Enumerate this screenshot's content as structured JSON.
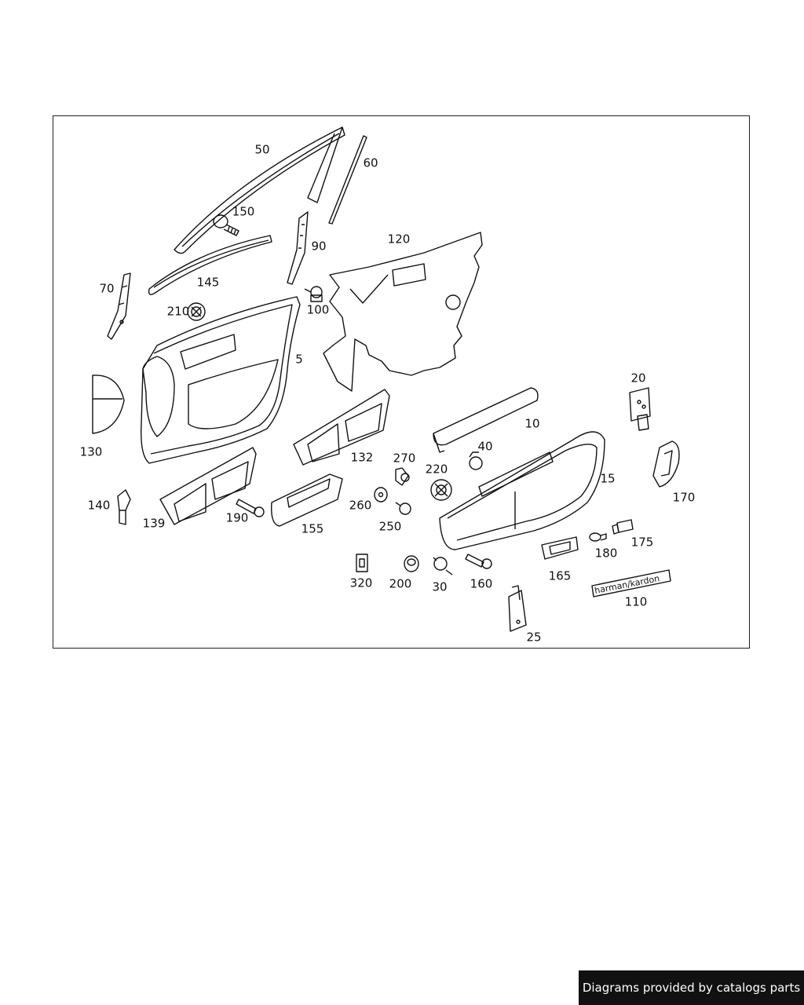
{
  "diagram": {
    "callouts": [
      {
        "id": "50",
        "text": "50"
      },
      {
        "id": "60",
        "text": "60"
      },
      {
        "id": "150",
        "text": "150"
      },
      {
        "id": "90",
        "text": "90"
      },
      {
        "id": "120",
        "text": "120"
      },
      {
        "id": "145",
        "text": "145"
      },
      {
        "id": "70",
        "text": "70"
      },
      {
        "id": "100",
        "text": "100"
      },
      {
        "id": "210",
        "text": "210"
      },
      {
        "id": "5",
        "text": "5"
      },
      {
        "id": "20",
        "text": "20"
      },
      {
        "id": "10",
        "text": "10"
      },
      {
        "id": "130",
        "text": "130"
      },
      {
        "id": "132",
        "text": "132"
      },
      {
        "id": "270",
        "text": "270"
      },
      {
        "id": "40",
        "text": "40"
      },
      {
        "id": "220",
        "text": "220"
      },
      {
        "id": "15",
        "text": "15"
      },
      {
        "id": "170",
        "text": "170"
      },
      {
        "id": "140",
        "text": "140"
      },
      {
        "id": "260",
        "text": "260"
      },
      {
        "id": "139",
        "text": "139"
      },
      {
        "id": "190",
        "text": "190"
      },
      {
        "id": "155",
        "text": "155"
      },
      {
        "id": "250",
        "text": "250"
      },
      {
        "id": "175",
        "text": "175"
      },
      {
        "id": "180",
        "text": "180"
      },
      {
        "id": "165",
        "text": "165"
      },
      {
        "id": "320",
        "text": "320"
      },
      {
        "id": "200",
        "text": "200"
      },
      {
        "id": "30",
        "text": "30"
      },
      {
        "id": "160",
        "text": "160"
      },
      {
        "id": "110",
        "text": "110"
      },
      {
        "id": "25",
        "text": "25"
      }
    ],
    "badge_text": "harman/kardon"
  },
  "footer": {
    "text": "Diagrams provided by catalogs parts"
  },
  "colors": {
    "ink": "#111111",
    "background": "#ffffff",
    "footer_bg": "#111111",
    "footer_fg": "#ffffff"
  }
}
